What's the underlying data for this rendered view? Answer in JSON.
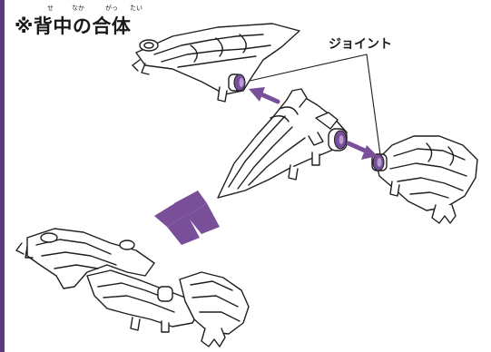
{
  "title": {
    "mark": "※",
    "text": "背中の合体",
    "ruby": [
      "せ",
      "なか",
      "がっ",
      "たい"
    ]
  },
  "labels": {
    "joint": "ジョイント"
  },
  "colors": {
    "accent": "#7a4f9a",
    "line": "#1e1e1e",
    "edge": "#5b3a7a"
  }
}
